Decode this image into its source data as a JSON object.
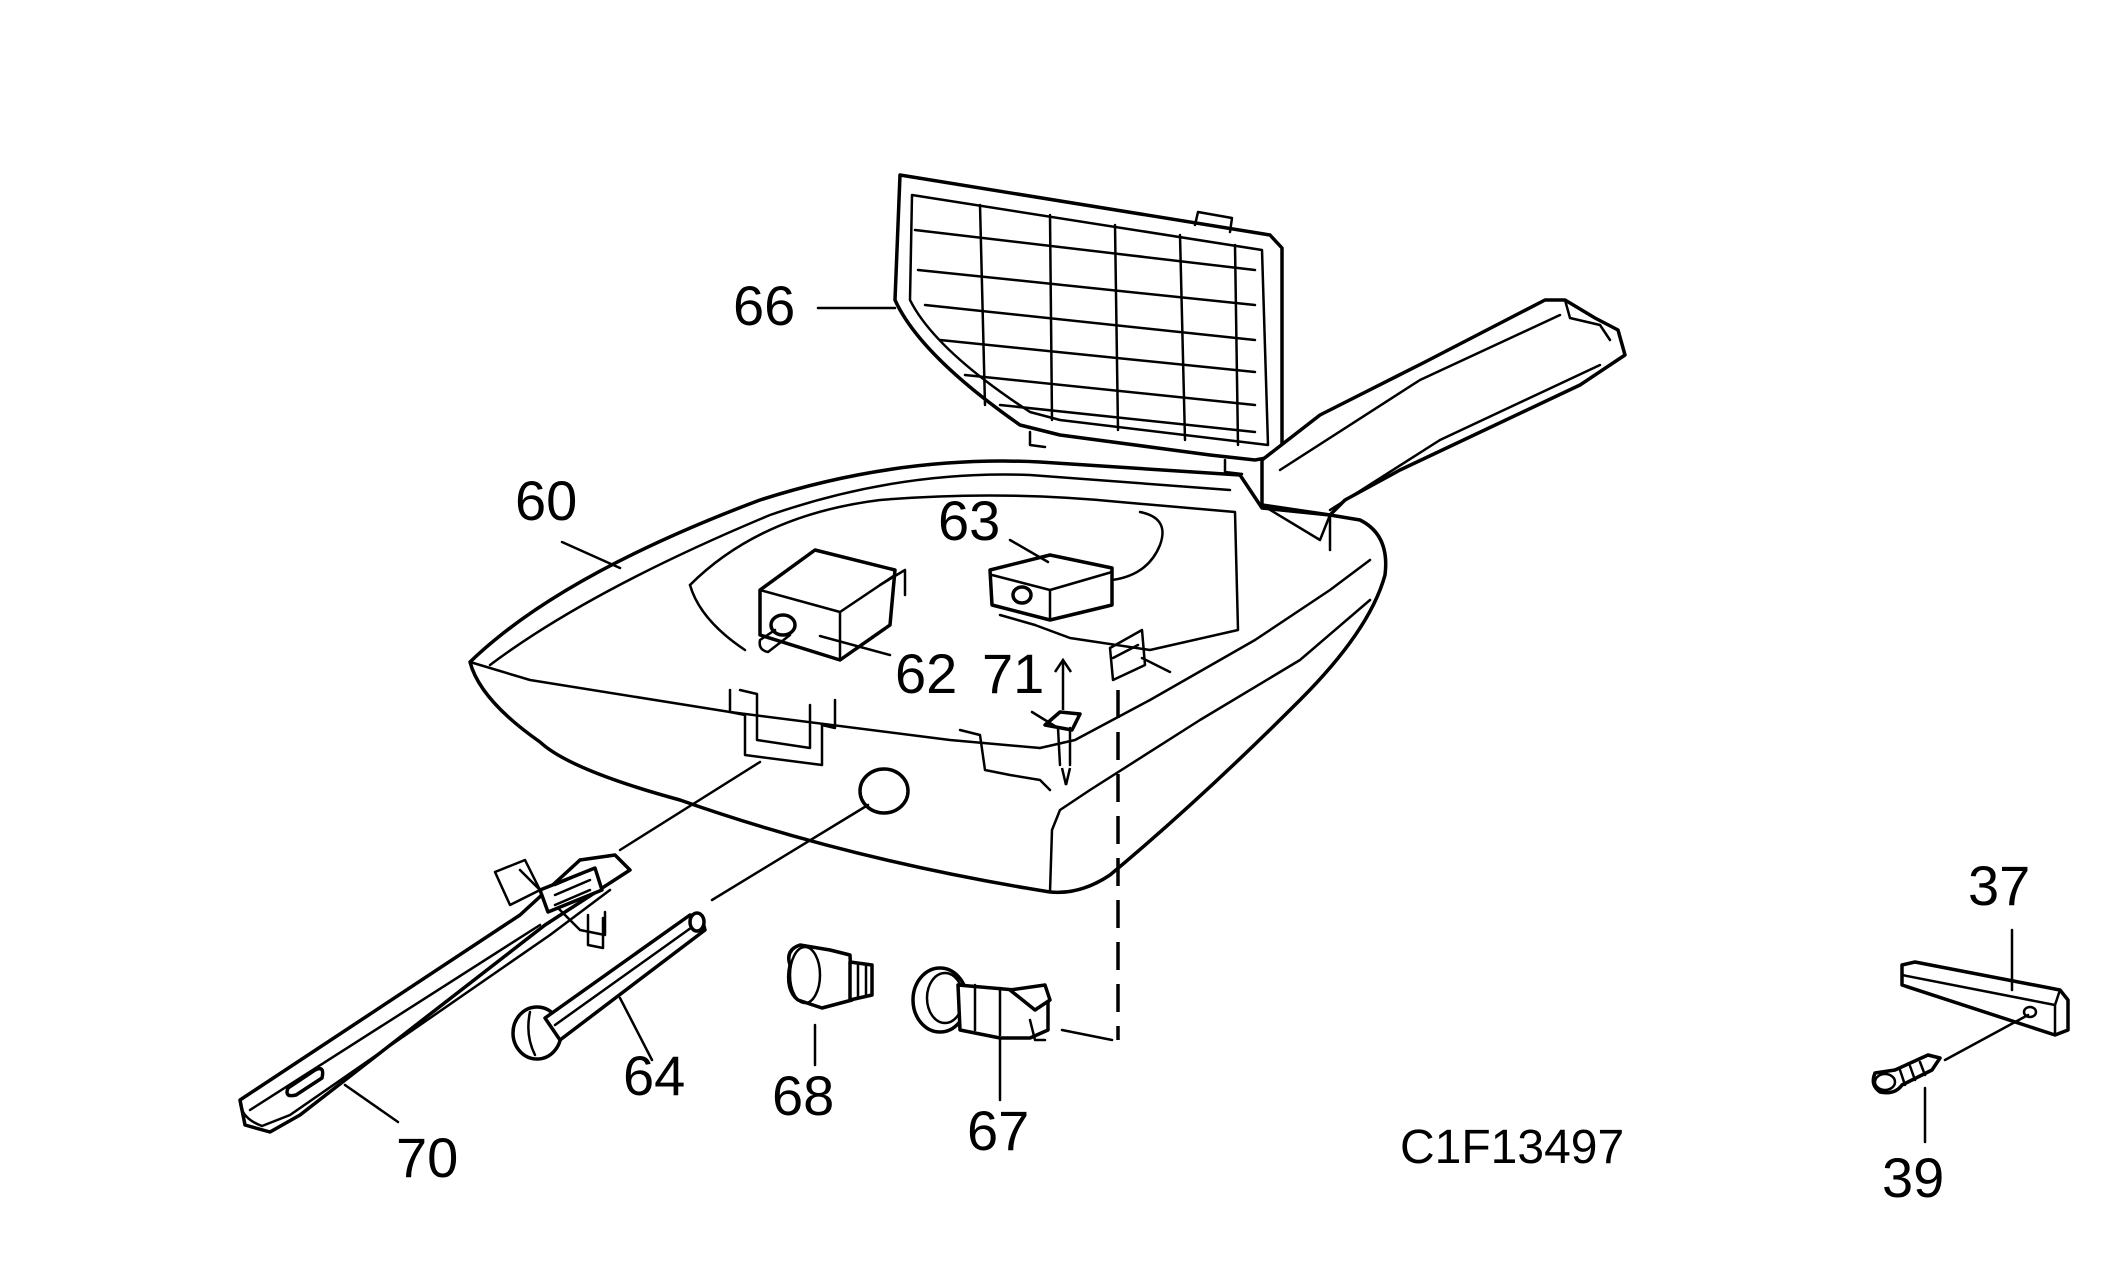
{
  "diagram": {
    "code": "C1F13497",
    "callouts": [
      {
        "id": "60",
        "label": "60"
      },
      {
        "id": "62",
        "label": "62"
      },
      {
        "id": "63",
        "label": "63"
      },
      {
        "id": "64",
        "label": "64"
      },
      {
        "id": "66",
        "label": "66"
      },
      {
        "id": "67",
        "label": "67"
      },
      {
        "id": "68",
        "label": "68"
      },
      {
        "id": "70",
        "label": "70"
      },
      {
        "id": "71",
        "label": "71"
      },
      {
        "id": "37",
        "label": "37"
      },
      {
        "id": "39",
        "label": "39"
      }
    ]
  }
}
